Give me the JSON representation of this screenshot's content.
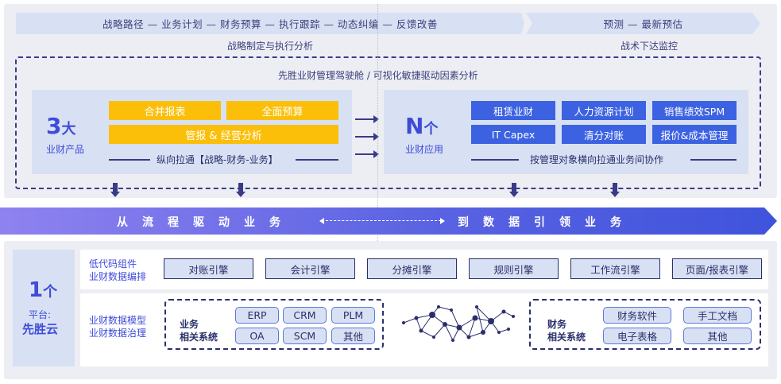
{
  "top": {
    "ribbon_left": "战略路径 — 业务计划 — 财务预算 — 执行跟踪 — 动态纠编 — 反馈改善",
    "ribbon_right": "预测 — 最新预估",
    "label_left": "战略制定与执行分析",
    "label_right": "战术下达监控",
    "cockpit": "先胜业财管理驾驶舱 / 可视化敏捷驱动因素分析"
  },
  "products": {
    "num": "3",
    "unit": "大",
    "caption": "业财产品",
    "buttons": [
      "合并报表",
      "全面预算",
      "管报 & 经营分析"
    ],
    "footer": "纵向拉通【战略-财务-业务】"
  },
  "apps": {
    "num": "N",
    "unit": "个",
    "caption": "业财应用",
    "buttons": [
      "租赁业财",
      "人力资源计划",
      "销售绩效SPM",
      "IT Capex",
      "清分对账",
      "报价&成本管理"
    ],
    "footer": "按管理对象横向拉通业务间协作"
  },
  "flow": {
    "left": "从流程驱动业务",
    "right": "到数据引领业务"
  },
  "platform": {
    "num": "1",
    "unit": "个",
    "line1": "平台:",
    "line2": "先胜云"
  },
  "row1": {
    "label1": "低代码组件",
    "label2": "业财数据编排",
    "engines": [
      "对账引擎",
      "会计引擎",
      "分摊引擎",
      "规则引擎",
      "工作流引擎",
      "页面/报表引擎"
    ]
  },
  "row2": {
    "label1": "业财数据模型",
    "label2": "业财数据治理",
    "business": {
      "title1": "业务",
      "title2": "相关系统",
      "systems": [
        "ERP",
        "CRM",
        "PLM",
        "OA",
        "SCM",
        "其他"
      ]
    },
    "finance": {
      "title1": "财务",
      "title2": "相关系统",
      "systems": [
        "财务软件",
        "手工文档",
        "电子表格",
        "其他"
      ]
    }
  },
  "icons": [
    "arrow-right-icon",
    "arrow-down-icon",
    "network-graph-icon"
  ],
  "colors": {
    "accent_blue": "#3f4bd8",
    "button_blue": "#3c62e2",
    "yellow": "#fbbf0a",
    "panel_bg": "#eceef4",
    "card_bg": "#d8e1f3",
    "navy": "#2a2f6b"
  }
}
